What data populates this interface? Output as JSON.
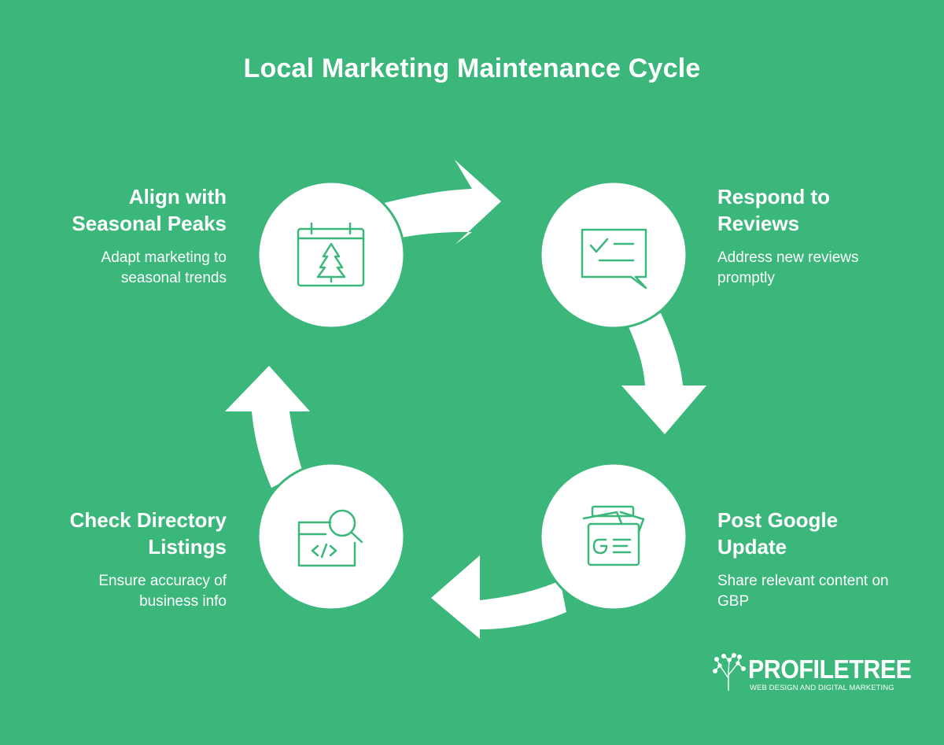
{
  "title": "Local Marketing Maintenance Cycle",
  "steps": [
    {
      "title_line1": "Align with",
      "title_line2": "Seasonal Peaks",
      "desc_line1": "Adapt marketing to",
      "desc_line2": "seasonal trends",
      "icon": "calendar-tree-icon"
    },
    {
      "title_line1": "Respond to",
      "title_line2": "Reviews",
      "desc_line1": "Address new reviews",
      "desc_line2": "promptly",
      "icon": "review-checklist-icon"
    },
    {
      "title_line1": "Post Google",
      "title_line2": "Update",
      "desc_line1": "Share relevant content on",
      "desc_line2": "GBP",
      "icon": "google-post-icon"
    },
    {
      "title_line1": "Check Directory",
      "title_line2": "Listings",
      "desc_line1": "Ensure accuracy of",
      "desc_line2": "business info",
      "icon": "code-search-icon"
    }
  ],
  "logo": {
    "name": "PROFILETREE",
    "tagline": "WEB DESIGN AND DIGITAL MARKETING"
  },
  "colors": {
    "background": "#3bb77b",
    "foreground": "#ffffff"
  }
}
